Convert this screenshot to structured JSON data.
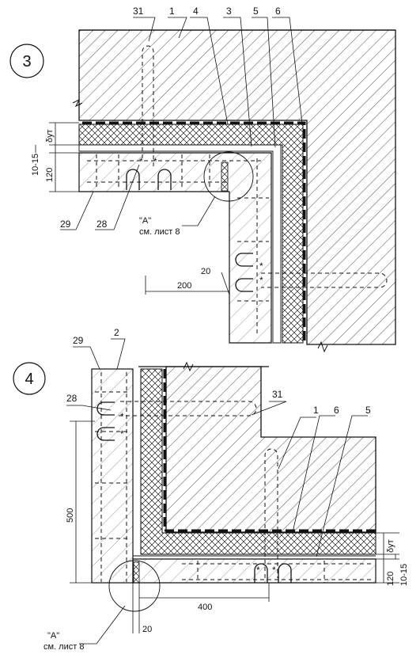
{
  "detail3": {
    "number": "3",
    "callouts": [
      "31",
      "1",
      "4",
      "3",
      "5",
      "6",
      "29",
      "28"
    ],
    "dims": {
      "d_ut": "δут",
      "gap": "10-15",
      "plate": "120",
      "offset": "200",
      "joint": "20"
    },
    "ref_label": "\"A\"",
    "ref_sheet": "см. лист 8"
  },
  "detail4": {
    "number": "4",
    "callouts": [
      "29",
      "2",
      "28",
      "31",
      "1",
      "6",
      "5"
    ],
    "dims": {
      "height": "500",
      "d_ut": "δут",
      "gap": "10-15",
      "plate": "120",
      "length": "400",
      "joint": "20"
    },
    "ref_label": "\"A\"",
    "ref_sheet": "см. лист 8"
  }
}
